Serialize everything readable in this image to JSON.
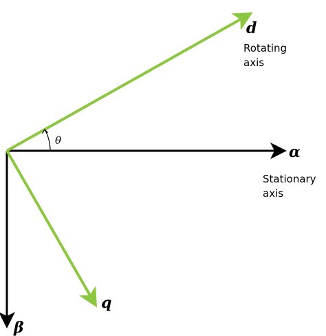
{
  "labels": {
    "d": "d",
    "q": "q",
    "alpha": "α",
    "beta": "β",
    "theta": "θ"
  },
  "captions": {
    "rotating": [
      "Rotating",
      "axis"
    ],
    "stationary": [
      "Stationary",
      "axis"
    ]
  },
  "colors": {
    "stationary_axis": "#000000",
    "rotating_axis": "#8dc640"
  }
}
